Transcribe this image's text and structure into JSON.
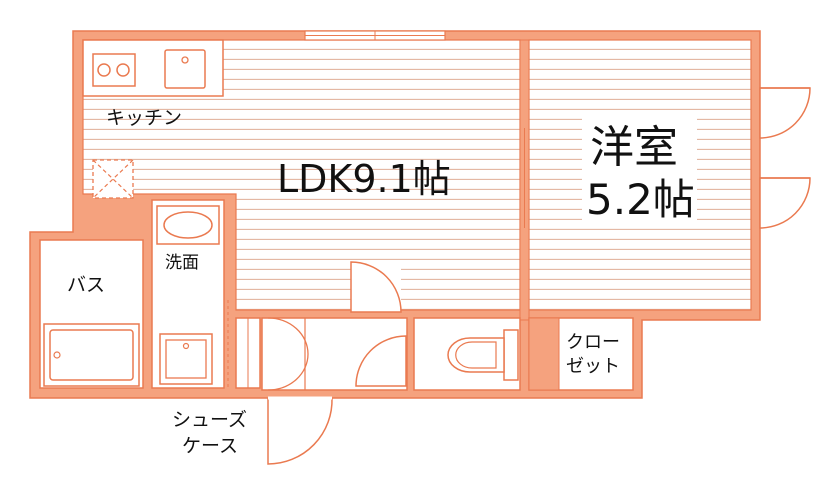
{
  "colors": {
    "wall": "#f5a27e",
    "line": "#ea7a50",
    "floor_stripe": "#e4b8a4",
    "text": "#111111",
    "background": "#ffffff"
  },
  "rooms": {
    "ldk": "LDK9.1帖",
    "western_room_line1": "洋室",
    "western_room_line2": "5.2帖",
    "kitchen": "キッチン",
    "washroom": "洗面",
    "bath": "バス",
    "closet_line1": "クロー",
    "closet_line2": "ゼット",
    "shoe_case_line1": "シューズ",
    "shoe_case_line2": "ケース"
  },
  "icons": {
    "stove": "stove-icon",
    "sink": "sink-icon",
    "washbasin": "washbasin-icon",
    "bathtub": "bathtub-icon",
    "toilet": "toilet-icon",
    "ceiling_hatch": "hatch-icon"
  }
}
